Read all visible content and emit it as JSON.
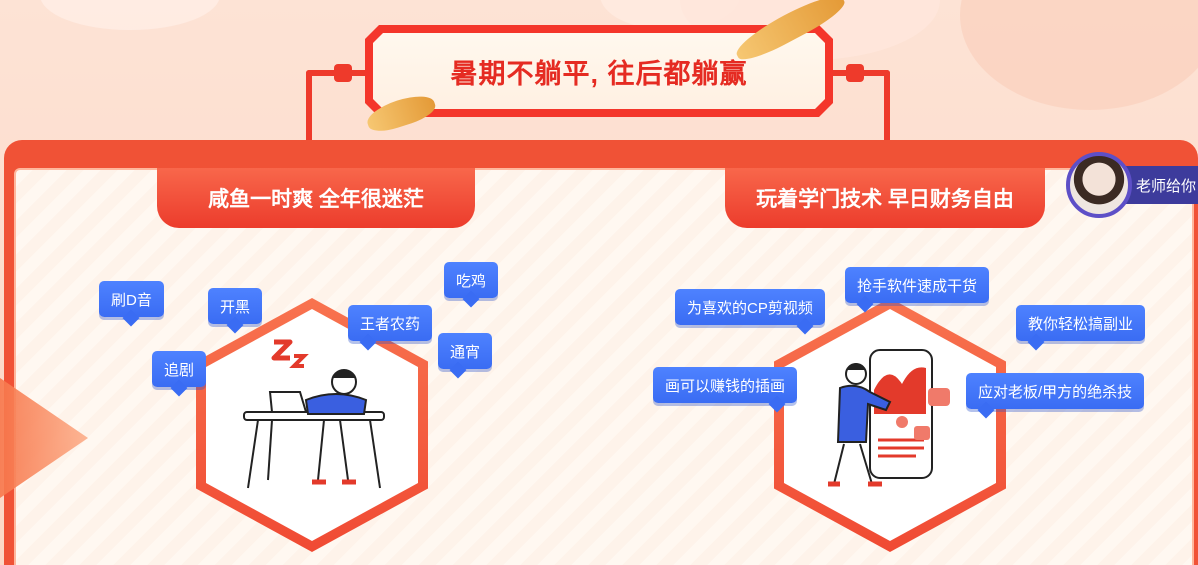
{
  "title": "暑期不躺平, 往后都躺赢",
  "left_panel": {
    "heading": "咸鱼一时爽 全年很迷茫",
    "bubbles": [
      "刷D音",
      "开黑",
      "吃鸡",
      "王者农药",
      "追剧",
      "通宵"
    ]
  },
  "right_panel": {
    "heading": "玩着学门技术 早日财务自由",
    "bubbles": [
      "为喜欢的CP剪视频",
      "抢手软件速成干货",
      "教你轻松搞副业",
      "画可以赚钱的插画",
      "应对老板/甲方的绝杀技"
    ]
  },
  "teacher_widget": {
    "label": "老师给你"
  },
  "colors": {
    "primary_red": "#f04a33",
    "title_red": "#e52b22",
    "bubble_blue": "#3a6cf3",
    "teacher_purple": "#3d3b9c",
    "background": "#fde3d5"
  }
}
